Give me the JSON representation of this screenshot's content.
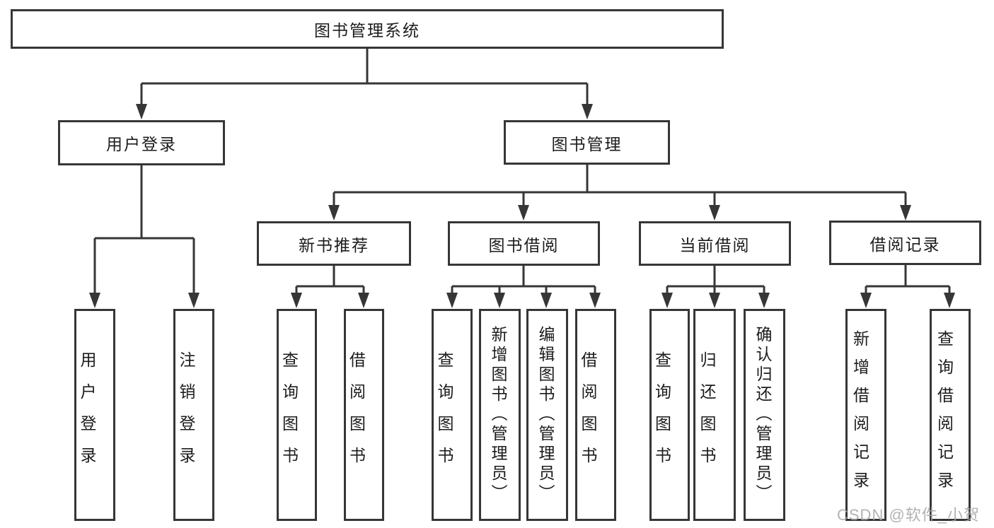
{
  "diagram": {
    "root": {
      "label": "图书管理系统",
      "children": [
        {
          "label": "用户登录",
          "children": [
            {
              "label": "用户登录"
            },
            {
              "label": "注销登录"
            }
          ]
        },
        {
          "label": "图书管理",
          "children": [
            {
              "label": "新书推荐",
              "children": [
                {
                  "label": "查询图书"
                },
                {
                  "label": "借阅图书"
                }
              ]
            },
            {
              "label": "图书借阅",
              "children": [
                {
                  "label": "查询图书"
                },
                {
                  "label": "新增图书（管理员）"
                },
                {
                  "label": "编辑图书（管理员）"
                },
                {
                  "label": "借阅图书"
                }
              ]
            },
            {
              "label": "当前借阅",
              "children": [
                {
                  "label": "查询图书"
                },
                {
                  "label": "归还图书"
                },
                {
                  "label": "确认归还（管理员）"
                }
              ]
            },
            {
              "label": "借阅记录",
              "children": [
                {
                  "label": "新增借阅记录"
                },
                {
                  "label": "查询借阅记录"
                }
              ]
            }
          ]
        }
      ]
    }
  },
  "watermark": {
    "text": "CSDN @软件_小贺同学"
  },
  "colors": {
    "line": "#363636",
    "box_border": "#363636",
    "box_background": "#ffffff",
    "text": "#1c1c1c",
    "watermark": "#a5a5a5"
  }
}
